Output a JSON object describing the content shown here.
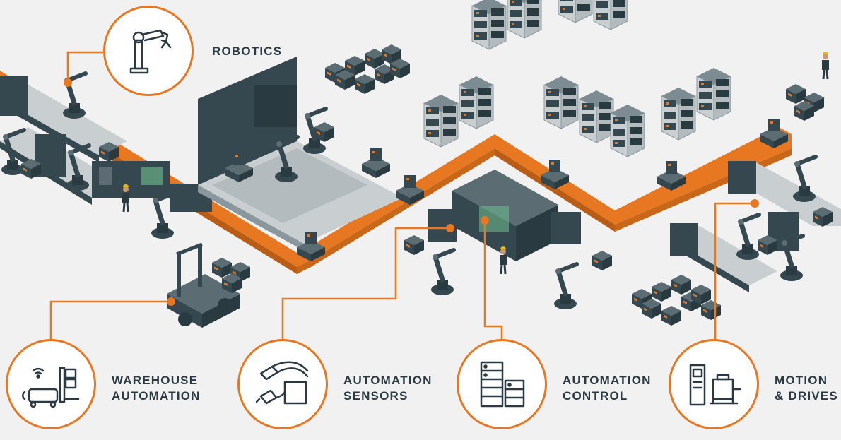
{
  "colors": {
    "accent": "#e87722",
    "dark": "#35474f",
    "mid": "#5b6c73",
    "light": "#dfe3e4",
    "background": "#f1f1f1"
  },
  "callouts": [
    {
      "id": "robotics",
      "label": "ROBOTICS",
      "icon": "robot-arm-icon"
    },
    {
      "id": "warehouse",
      "label": "WAREHOUSE\nAUTOMATION",
      "icon": "forklift-agv-icon"
    },
    {
      "id": "sensors",
      "label": "AUTOMATION\nSENSORS",
      "icon": "sensor-cable-icon"
    },
    {
      "id": "control",
      "label": "AUTOMATION\nCONTROL",
      "icon": "control-cabinet-icon"
    },
    {
      "id": "motion",
      "label": "MOTION\n& DRIVES",
      "icon": "motor-drive-icon"
    }
  ]
}
